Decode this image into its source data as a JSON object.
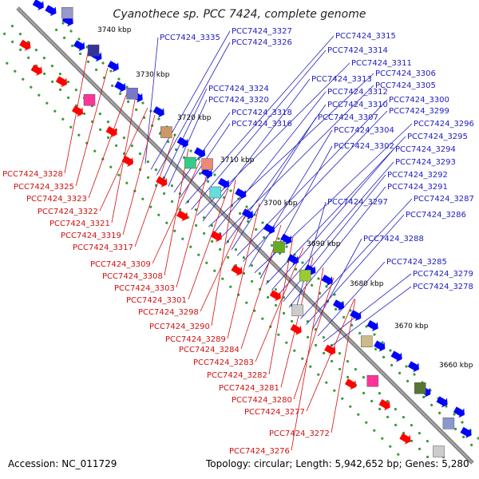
{
  "title": "Cyanothece sp. PCC 7424, complete genome",
  "footer": {
    "accession": "Accession: NC_011729",
    "summary": "Topology: circular; Length: 5,942,652 bp; Genes: 5,280"
  },
  "colors": {
    "forward_strand": "#0000ff",
    "reverse_strand": "#ff0000",
    "blue_labels": "#2020c0",
    "red_labels": "#d01010",
    "backbone": "#808080",
    "tick_dots": "#3a9a3a"
  },
  "kbp_labels": [
    "3740 kbp",
    "3730 kbp",
    "3720 kbp",
    "3710 kbp",
    "3700 kbp",
    "3690 kbp",
    "3680 kbp",
    "3670 kbp",
    "3660 kbp"
  ],
  "blue_labels": [
    "PCC7424_3335",
    "PCC7424_3327",
    "PCC7424_3326",
    "PCC7424_3324",
    "PCC7424_3320",
    "PCC7424_3318",
    "PCC7424_3316",
    "PCC7424_3315",
    "PCC7424_3314",
    "PCC7424_3311",
    "PCC7424_3313",
    "PCC7424_3306",
    "PCC7424_3312",
    "PCC7424_3305",
    "PCC7424_3310",
    "PCC7424_3307",
    "PCC7424_3300",
    "PCC7424_3299",
    "PCC7424_3304",
    "PCC7424_3296",
    "PCC7424_3302",
    "PCC7424_3295",
    "PCC7424_3294",
    "PCC7424_3293",
    "PCC7424_3292",
    "PCC7424_3291",
    "PCC7424_3297",
    "PCC7424_3287",
    "PCC7424_3286",
    "PCC7424_3288",
    "PCC7424_3285",
    "PCC7424_3279",
    "PCC7424_3278"
  ],
  "red_labels": [
    "PCC7424_3328",
    "PCC7424_3325",
    "PCC7424_3323",
    "PCC7424_3322",
    "PCC7424_3321",
    "PCC7424_3319",
    "PCC7424_3317",
    "PCC7424_3309",
    "PCC7424_3308",
    "PCC7424_3303",
    "PCC7424_3301",
    "PCC7424_3298",
    "PCC7424_3290",
    "PCC7424_3289",
    "PCC7424_3284",
    "PCC7424_3283",
    "PCC7424_3282",
    "PCC7424_3281",
    "PCC7424_3280",
    "PCC7424_3277",
    "PCC7424_3272",
    "PCC7424_3276"
  ]
}
